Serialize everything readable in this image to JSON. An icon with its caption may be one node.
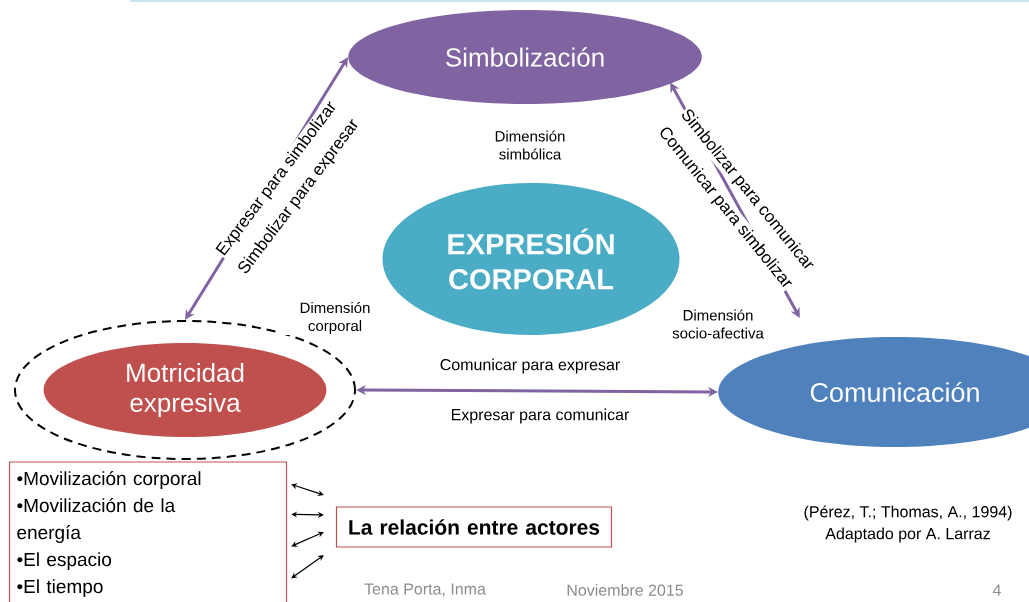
{
  "diagram": {
    "nodes": [
      {
        "text": [
          "Simbolización"
        ]
      },
      {
        "text": [
          "EXPRESIÓN CORPORAL"
        ]
      },
      {
        "text": [],
        "shape": "ellipse"
      },
      {
        "text": [
          "Motricidad expresiva"
        ],
        "in": 2
      },
      {
        "text": [
          "Comunicación"
        ]
      },
      {
        "text": [
          "•Movilización corporal",
          "•Movilización de la energía",
          "•El espacio",
          "•El tiempo"
        ]
      },
      {
        "text": [
          "La relación entre actores"
        ]
      }
    ],
    "edges": [
      {
        "from": 0,
        "to": 2,
        "arrow": "both",
        "label": "Expresar para simbolizar",
        "style": "thick",
        "color": "#8064a2"
      },
      {
        "from": 0,
        "to": 4,
        "arrow": "both",
        "label": "Simbolizar para comunicar",
        "style": "thick",
        "color": "#8064a2"
      },
      {
        "from": 2,
        "to": 4,
        "arrow": "both",
        "label": "Comunicar para expresar",
        "style": "thick",
        "color": "#8064a2"
      },
      {
        "from": 5,
        "to": 6,
        "arrow": "both"
      },
      {
        "from": 5,
        "to": 6,
        "arrow": "both"
      },
      {
        "from": 5,
        "to": 6,
        "arrow": "both"
      },
      {
        "from": 5,
        "to": 6,
        "arrow": "both"
      }
    ],
    "labels": [
      "Dimensión simbólica",
      "Simbolizar para expresar",
      "Comunicar para simbolizar",
      "Dimensión corporal",
      "Dimensión socio-afectiva",
      "Expresar para comunicar",
      "(Pérez, T.; Thomas, A., 1994)",
      "Adaptado por A. Larraz",
      "Tena Porta, Inma",
      "Noviembre 2015",
      "4"
    ]
  }
}
